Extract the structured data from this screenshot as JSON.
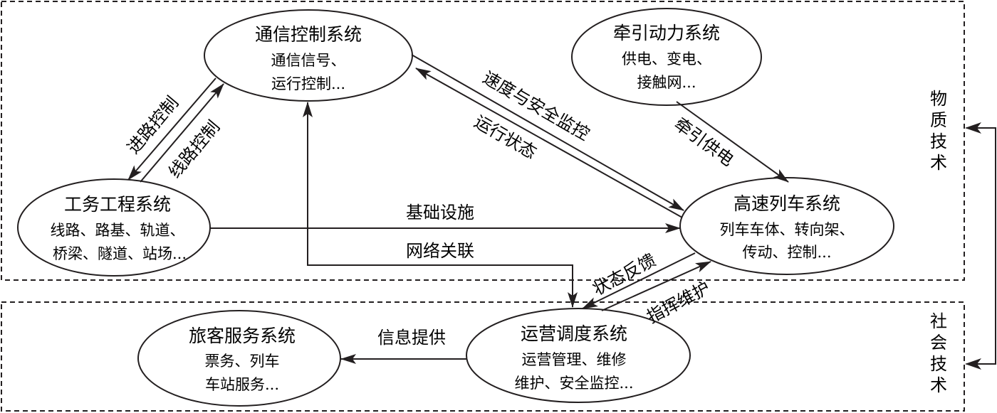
{
  "colors": {
    "stroke": "#231f20",
    "background": "#ffffff"
  },
  "regions": {
    "material": {
      "label": [
        "物",
        "质",
        "技",
        "术"
      ]
    },
    "social": {
      "label": [
        "社",
        "会",
        "技",
        "术"
      ]
    }
  },
  "nodes": {
    "communication": {
      "title": "通信控制系统",
      "lines": [
        "通信信号、",
        "运行控制..."
      ]
    },
    "traction": {
      "title": "牵引动力系统",
      "lines": [
        "供电、变电、",
        "接触网..."
      ]
    },
    "engineering": {
      "title": "工务工程系统",
      "lines": [
        "线路、路基、轨道、",
        "桥梁、隧道、站场..."
      ]
    },
    "train": {
      "title": "高速列车系统",
      "lines": [
        "列车车体、转向架、",
        "传动、控制..."
      ]
    },
    "operation": {
      "title": "运营调度系统",
      "lines": [
        "运营管理、维修",
        "维护、安全监控..."
      ]
    },
    "passenger": {
      "title": "旅客服务系统",
      "lines": [
        "票务、列车",
        "车站服务..."
      ]
    }
  },
  "edges": {
    "route_control": "进路控制",
    "line_control": "线路控制",
    "speed_safety": "速度与安全监控",
    "running_state": "运行状态",
    "traction_power": "牵引供电",
    "infrastructure": "基础设施",
    "network": "网络关联",
    "state_feedback": "状态反馈",
    "command_maintenance": "指挥维护",
    "info_provide": "信息提供"
  }
}
